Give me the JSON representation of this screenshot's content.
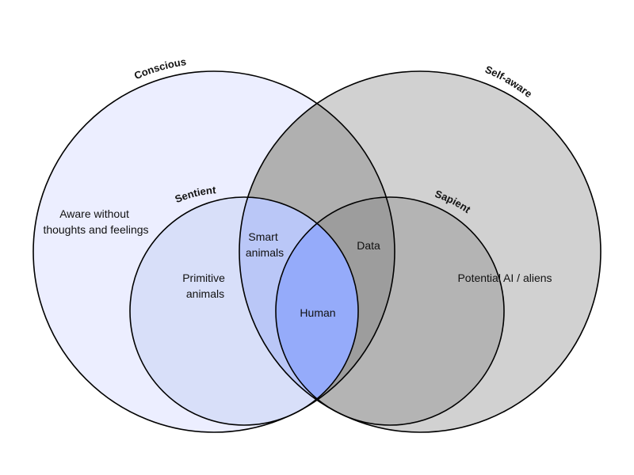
{
  "sets": {
    "conscious": {
      "label": "Conscious"
    },
    "self_aware": {
      "label": "Self-aware"
    },
    "sentient": {
      "label": "Sentient"
    },
    "sapient": {
      "label": "Sapient"
    }
  },
  "regions": {
    "aware_only": {
      "lines": [
        "Aware without",
        "thoughts and feelings"
      ]
    },
    "primitive_animals": {
      "lines": [
        "Primitive",
        "animals"
      ]
    },
    "smart_animals": {
      "lines": [
        "Smart",
        "animals"
      ]
    },
    "human": {
      "lines": [
        "Human"
      ]
    },
    "data": {
      "lines": [
        "Data"
      ]
    },
    "potential_ai": {
      "lines": [
        "Potential AI / aliens"
      ]
    }
  },
  "colors": {
    "conscious_fill": "#eceeff",
    "self_aware_fill": "#d1d1d1",
    "conscious_self_aware_overlap": "#b0b0b0",
    "sentient_fill": "#d8dff9",
    "sapient_fill": "#b4b4b4",
    "smart_animals_fill": "#bac7f7",
    "data_fill": "#9d9d9d",
    "human_fill": "#95abfa",
    "outline": "#000000"
  }
}
